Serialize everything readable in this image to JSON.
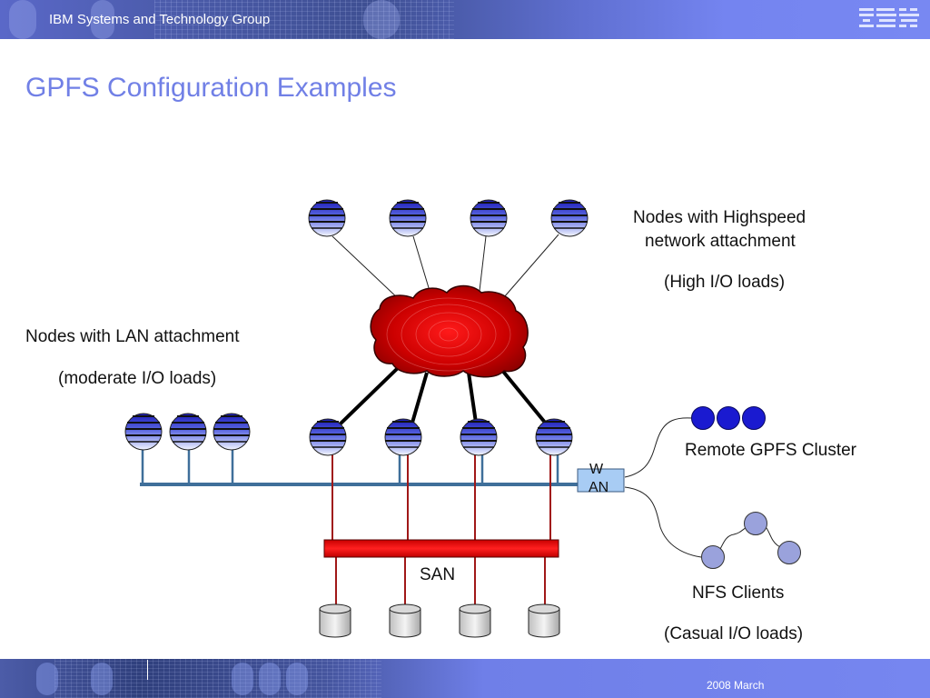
{
  "header": {
    "group_name": "IBM Systems and Technology Group",
    "logo": "IBM"
  },
  "title": "GPFS Configuration Examples",
  "labels": {
    "highspeed_line1": "Nodes with Highspeed",
    "highspeed_line2": "network attachment",
    "highspeed_load": "(High I/O loads)",
    "lan_line1": "Nodes with LAN attachment",
    "lan_load": "(moderate I/O loads)",
    "remote_cluster": "Remote GPFS Cluster",
    "wan_line1": "W",
    "wan_line2": "AN",
    "san": "SAN",
    "nfs_clients": "NFS Clients",
    "nfs_load": "(Casual I/O loads)"
  },
  "diagram": {
    "highspeed_top_nodes": 4,
    "cluster_nodes": 4,
    "lan_only_nodes": 3,
    "storage_disks": 4,
    "remote_cluster_nodes": 3,
    "nfs_client_nodes": 3,
    "colors": {
      "network_cloud": "#d40000",
      "san_bar": "#e01010",
      "lan_bus": "#3f6f9a",
      "san_link": "#a01818",
      "wan_box": "#a8ccf4",
      "remote_node": "#1a1ad0",
      "nfs_node": "#9aa2dc",
      "node_dark": "#2020c0",
      "node_light": "#eeeeff"
    }
  },
  "footer": {
    "date": "2008 March"
  }
}
